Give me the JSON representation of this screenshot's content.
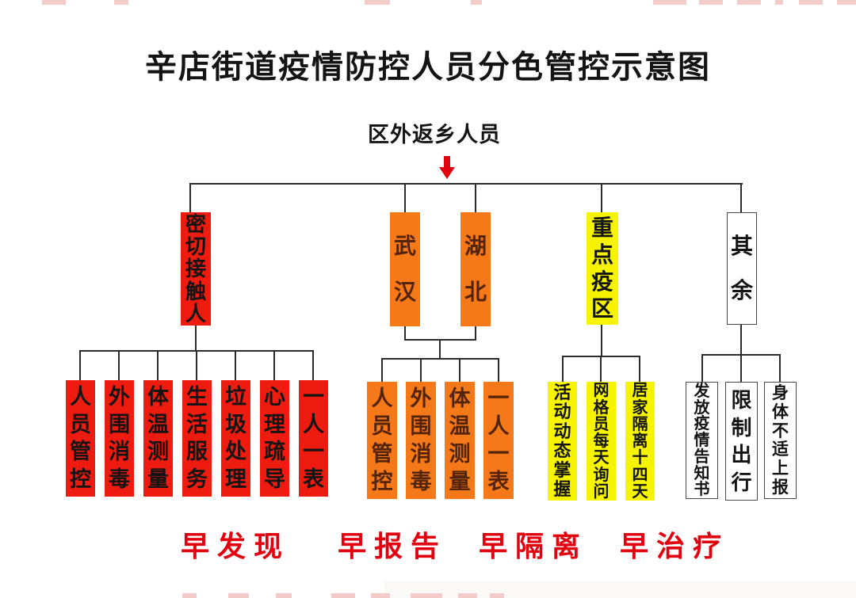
{
  "title": "辛店街道疫情防控人员分色管控示意图",
  "source_label": "区外返乡人员",
  "colors": {
    "red_box": "#ee1b10",
    "orange_box": "#f57819",
    "yellow_box": "#f6f303",
    "white_box": "#ffffff",
    "slogan_red": "#e2000e",
    "arrow_red": "#e2000e",
    "connector_line": "#2b2b2b"
  },
  "groups": [
    {
      "parents": [
        {
          "label": "密切接触人"
        }
      ],
      "children": [
        {
          "label": "人员管控"
        },
        {
          "label": "外围消毒"
        },
        {
          "label": "体温测量"
        },
        {
          "label": "生活服务"
        },
        {
          "label": "垃圾处理"
        },
        {
          "label": "心理疏导"
        },
        {
          "label": "一人一表"
        }
      ]
    },
    {
      "parents": [
        {
          "label": "武汉"
        },
        {
          "label": "湖北"
        }
      ],
      "children": [
        {
          "label": "人员管控"
        },
        {
          "label": "外围消毒"
        },
        {
          "label": "体温测量"
        },
        {
          "label": "一人一表"
        }
      ]
    },
    {
      "parents": [
        {
          "label": "重点疫区"
        }
      ],
      "children": [
        {
          "label": "活动动态掌握"
        },
        {
          "label": "网格员每天询问"
        },
        {
          "label": "居家隔离十四天"
        }
      ]
    },
    {
      "parents": [
        {
          "label": "其余"
        }
      ],
      "children": [
        {
          "label": "发放疫情告知书"
        },
        {
          "label": "限制出行"
        },
        {
          "label": "身体不适上报"
        }
      ]
    }
  ],
  "slogans": [
    {
      "label": "早发现"
    },
    {
      "label": "早报告"
    },
    {
      "label": "早隔离"
    },
    {
      "label": "早治疗"
    }
  ]
}
